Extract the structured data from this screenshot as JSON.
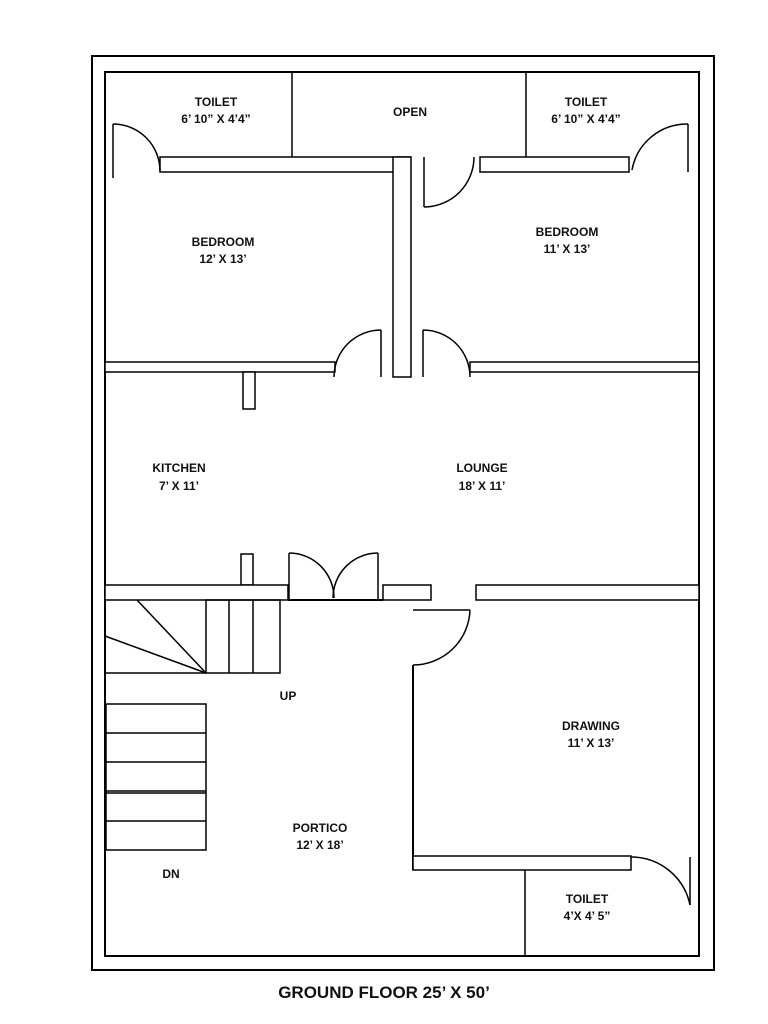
{
  "plan": {
    "title": "GROUND FLOOR 25’ X 50’",
    "rooms": [
      {
        "id": "toilet-top-left",
        "name": "TOILET",
        "size": "6’ 10” X 4’4”"
      },
      {
        "id": "open-area",
        "name": "OPEN",
        "size": ""
      },
      {
        "id": "toilet-top-right",
        "name": "TOILET",
        "size": "6’ 10” X 4’4”"
      },
      {
        "id": "bedroom-left",
        "name": "BEDROOM",
        "size": "12’ X 13’"
      },
      {
        "id": "bedroom-right",
        "name": "BEDROOM",
        "size": "11’ X 13’"
      },
      {
        "id": "kitchen",
        "name": "KITCHEN",
        "size": "7’ X 11’"
      },
      {
        "id": "lounge",
        "name": "LOUNGE",
        "size": "18’ X 11’"
      },
      {
        "id": "drawing",
        "name": "DRAWING",
        "size": "11’ X 13’"
      },
      {
        "id": "portico",
        "name": "PORTICO",
        "size": "12’ X 18’"
      },
      {
        "id": "toilet-bottom-right",
        "name": "TOILET",
        "size": "4’X 4’ 5”"
      }
    ],
    "stairs": {
      "up_label": "UP",
      "down_label": "DN"
    }
  }
}
